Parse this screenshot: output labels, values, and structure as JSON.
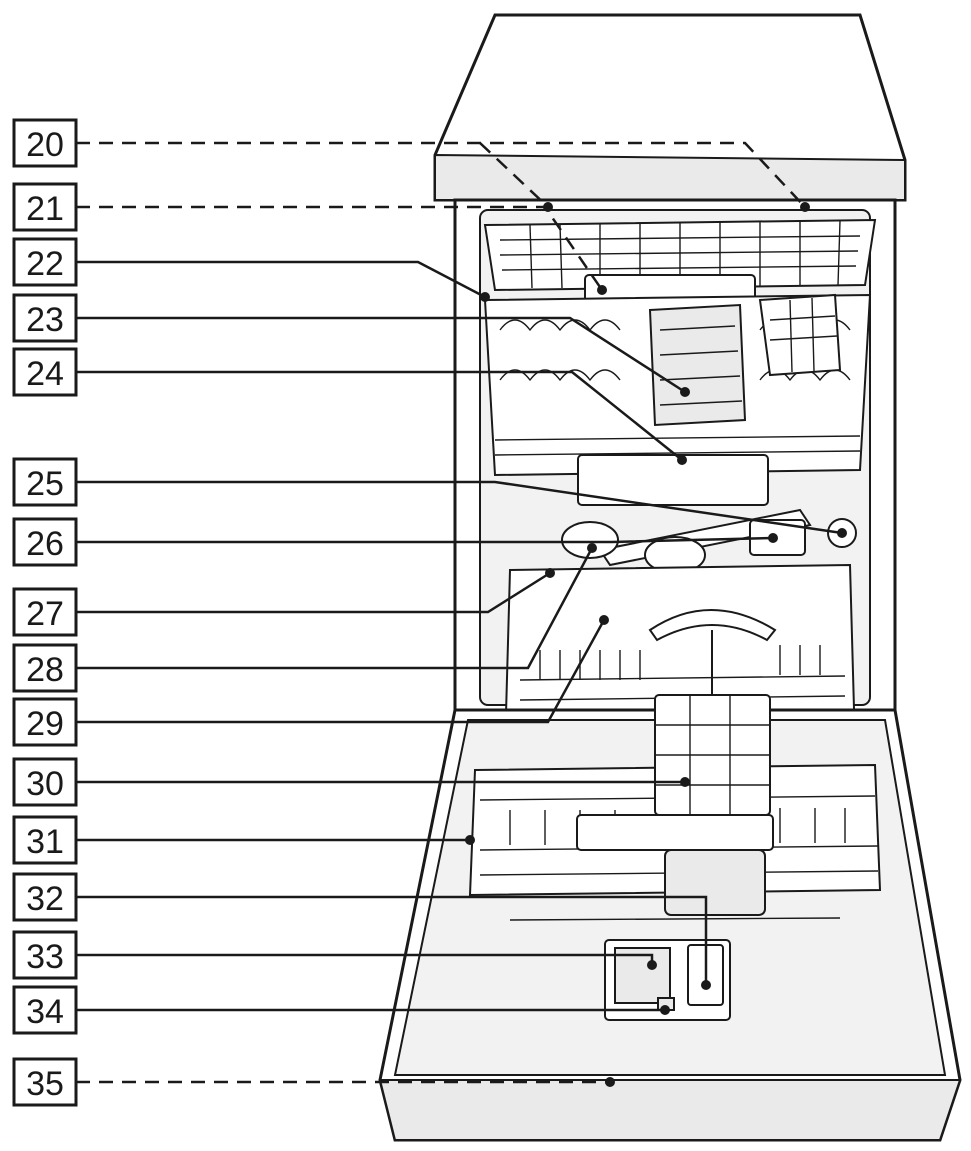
{
  "callouts": [
    {
      "id": "20",
      "label": "20",
      "style": "dashed"
    },
    {
      "id": "21",
      "label": "21",
      "style": "dashed"
    },
    {
      "id": "22",
      "label": "22",
      "style": "solid"
    },
    {
      "id": "23",
      "label": "23",
      "style": "solid"
    },
    {
      "id": "24",
      "label": "24",
      "style": "solid"
    },
    {
      "id": "25",
      "label": "25",
      "style": "solid"
    },
    {
      "id": "26",
      "label": "26",
      "style": "solid"
    },
    {
      "id": "27",
      "label": "27",
      "style": "solid"
    },
    {
      "id": "28",
      "label": "28",
      "style": "solid"
    },
    {
      "id": "29",
      "label": "29",
      "style": "solid"
    },
    {
      "id": "30",
      "label": "30",
      "style": "solid"
    },
    {
      "id": "31",
      "label": "31",
      "style": "solid"
    },
    {
      "id": "32",
      "label": "32",
      "style": "solid"
    },
    {
      "id": "33",
      "label": "33",
      "style": "solid"
    },
    {
      "id": "34",
      "label": "34",
      "style": "solid"
    },
    {
      "id": "35",
      "label": "35",
      "style": "dashed"
    }
  ],
  "colors": {
    "line": "#1a1a1a",
    "fill_light": "#f2f2f2",
    "background": "#ffffff"
  },
  "subject": "dishwasher-open-door-line-drawing"
}
